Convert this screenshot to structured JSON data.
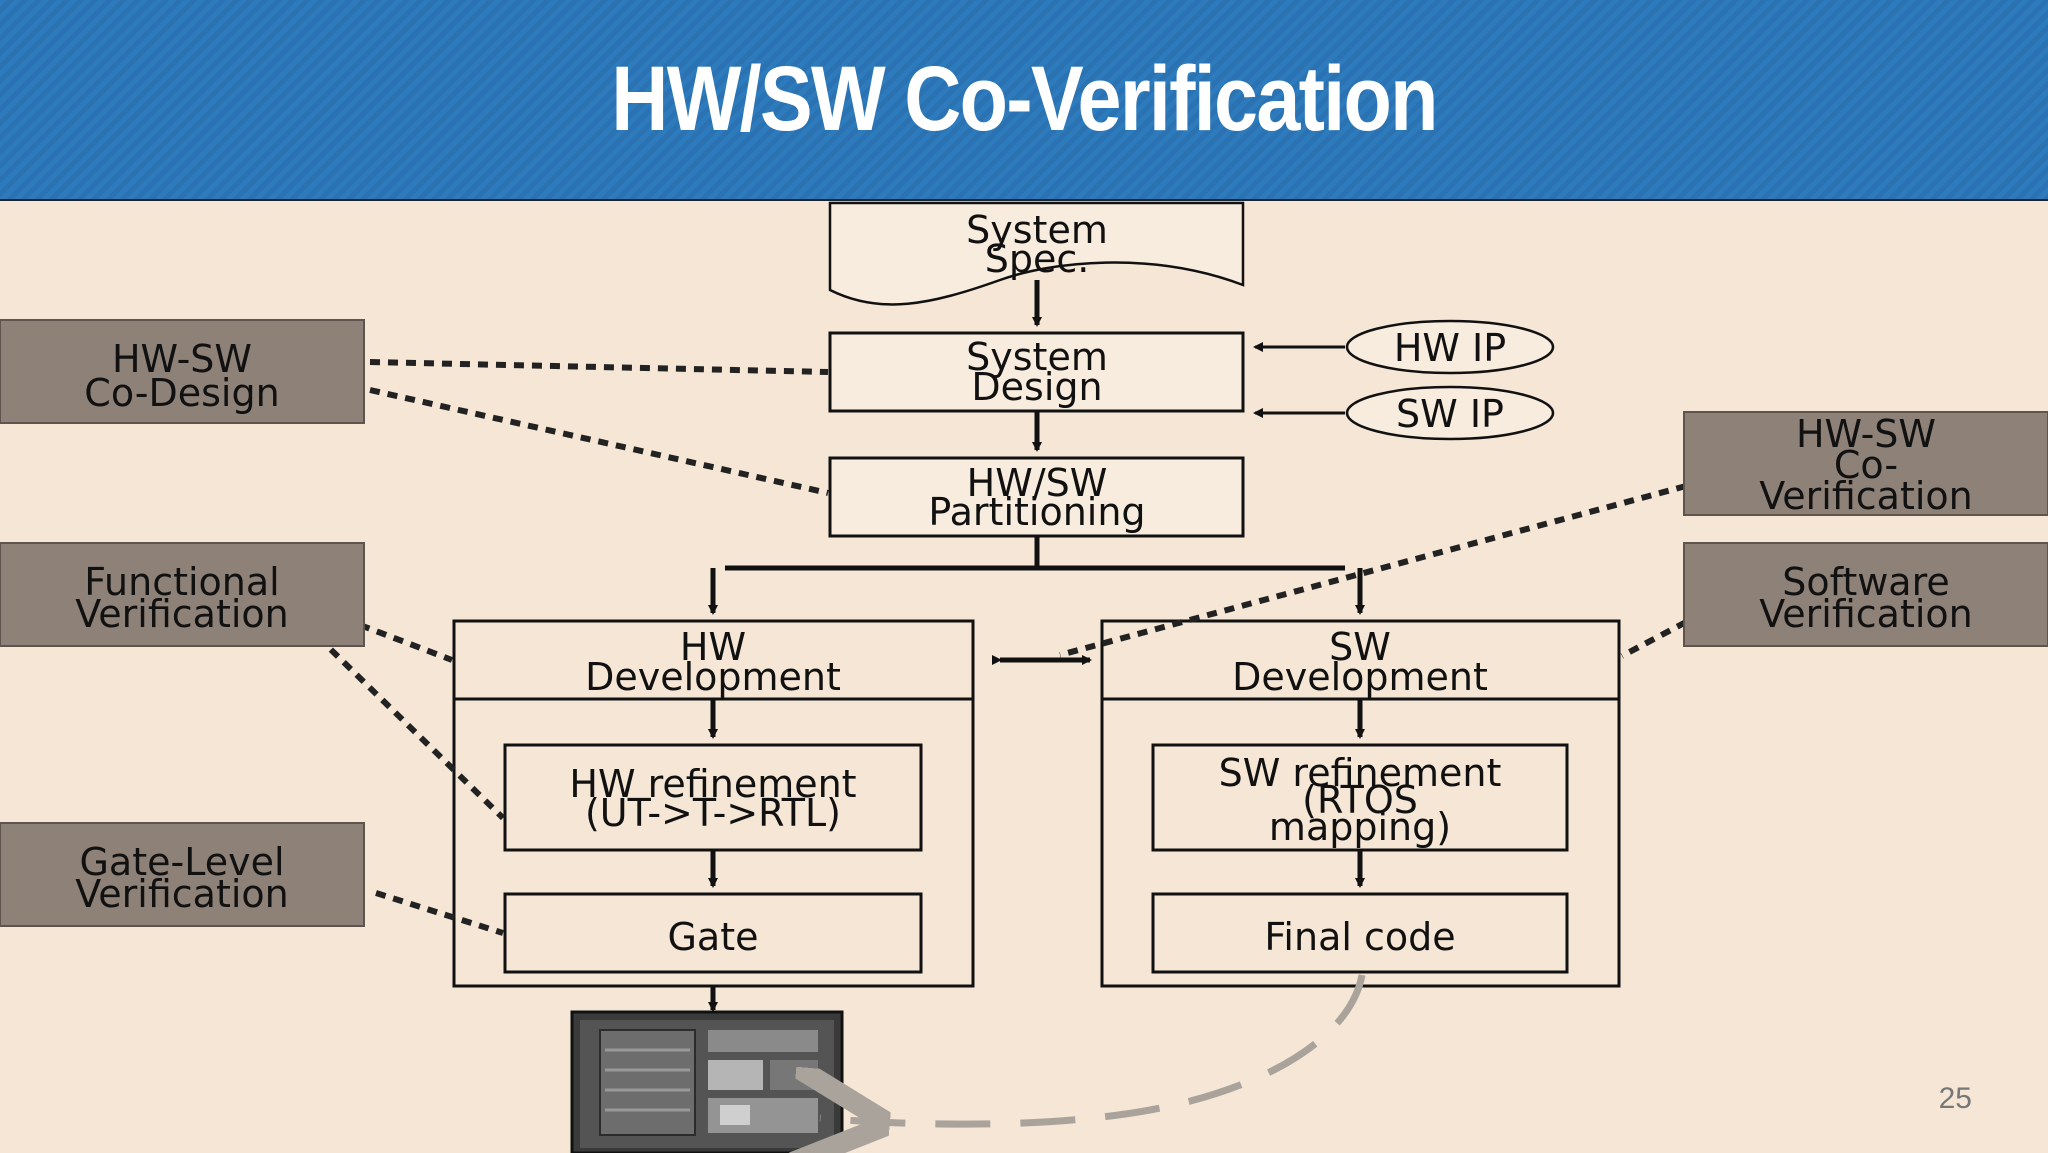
{
  "title": "HW/SW Co-Verification",
  "page_number": "25",
  "diagram": {
    "system_spec": [
      "System",
      "Spec."
    ],
    "system_design": [
      "System",
      "Design"
    ],
    "hw_ip": "HW IP",
    "sw_ip": "SW IP",
    "partitioning": [
      "HW/SW",
      "Partitioning"
    ],
    "hw_development": [
      "HW",
      "Development"
    ],
    "sw_development": [
      "SW",
      "Development"
    ],
    "hw_refinement": [
      "HW refinement",
      "(UT->T->RTL)"
    ],
    "sw_refinement": [
      "SW refinement",
      "(RTOS",
      "mapping)"
    ],
    "gate": "Gate",
    "final_code": "Final code"
  },
  "side_labels": {
    "co_design": [
      "HW-SW",
      "Co-Design"
    ],
    "functional": [
      "Functional",
      "Verification"
    ],
    "gate_level": [
      "Gate-Level",
      "Verification"
    ],
    "co_verification": [
      "HW-SW",
      "Co-",
      "Verification"
    ],
    "software": [
      "Software",
      "Verification"
    ]
  },
  "colors": {
    "header": "#2d7bbd",
    "background": "#f5e6d6",
    "side_box": "#8d8178",
    "line": "#111111",
    "dashed_curve": "#aaa39c"
  }
}
